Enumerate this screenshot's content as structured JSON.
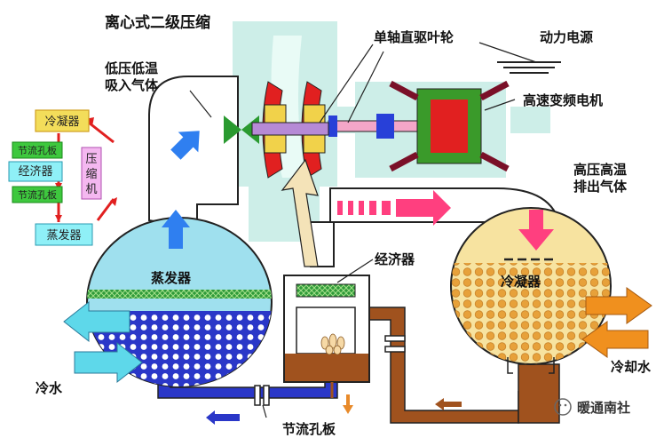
{
  "title": "离心式二级压缩",
  "labels": {
    "impeller": "单轴直驱叶轮",
    "power_source": "动力电源",
    "motor": "高速变频电机",
    "suction_line1": "低压低温",
    "suction_line2": "吸入气体",
    "discharge_line1": "高压高温",
    "discharge_line2": "排出气体",
    "evaporator": "蒸发器",
    "condenser": "冷凝器",
    "economizer": "经济器",
    "chilled_water": "冷水",
    "cooling_water": "冷却水",
    "orifice": "节流孔板"
  },
  "mini_cycle": {
    "condenser": "冷凝器",
    "orifice_top": "节流孔板",
    "economizer": "经济器",
    "orifice_bottom": "节流孔板",
    "evaporator": "蒸发器",
    "compressor_1": "压",
    "compressor_2": "缩",
    "compressor_3": "机"
  },
  "watermark": "暖通南社",
  "colors": {
    "pipe": "#ffffff",
    "pipe_stroke": "#222222",
    "evaporator_fill": "#9fe0ee",
    "liquid": "#2a37c8",
    "condenser_fill": "#f7e3a0",
    "condensate": "#a0521e",
    "arrow_cold": "#2f7ff0",
    "arrow_hot": "#ff3f7f",
    "arrow_water": "#5ed8ea",
    "arrow_cooling": "#f0901e",
    "compressor_shadow": "#cdeee8",
    "motor_rotor": "#e12020",
    "motor_stator": "#3a9a2a"
  }
}
